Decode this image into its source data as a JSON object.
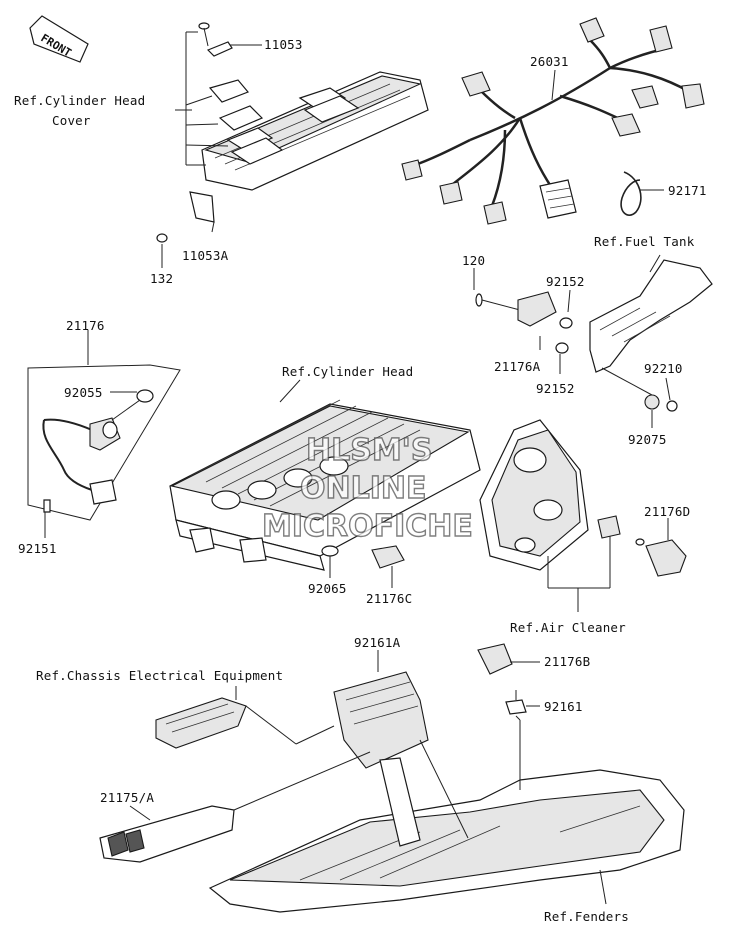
{
  "front_label": "FRONT",
  "labels": {
    "p11053": "11053",
    "ref_cyl_head_cover_1": "Ref.Cylinder Head",
    "ref_cyl_head_cover_2": "Cover",
    "p11053a": "11053A",
    "p132": "132",
    "p26031": "26031",
    "p92171": "92171",
    "ref_fuel_tank": "Ref.Fuel Tank",
    "p120": "120",
    "p92152_top": "92152",
    "p21176a": "21176A",
    "p92152_bot": "92152",
    "p92210": "92210",
    "p92075": "92075",
    "p21176": "21176",
    "p92055": "92055",
    "p92151": "92151",
    "ref_cyl_head": "Ref.Cylinder Head",
    "p21176d": "21176D",
    "p92065": "92065",
    "p21176c": "21176C",
    "ref_air_cleaner": "Ref.Air Cleaner",
    "p92161a": "92161A",
    "ref_chassis": "Ref.Chassis Electrical Equipment",
    "p21176b": "21176B",
    "p92161": "92161",
    "p21175a": "21175/A",
    "ref_fenders": "Ref.Fenders"
  },
  "watermark": [
    "HLSM'S",
    "ONLINE",
    "MICROFICHE"
  ]
}
